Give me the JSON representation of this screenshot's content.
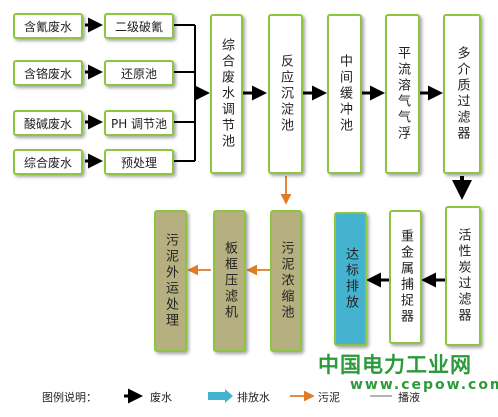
{
  "inputs": [
    {
      "source": "含氰废水",
      "treatment": "二级破氰"
    },
    {
      "source": "含铬废水",
      "treatment": "还原池"
    },
    {
      "source": "酸碱废水",
      "treatment": "PH 调节池"
    },
    {
      "source": "综合废水",
      "treatment": "预处理"
    }
  ],
  "main_chain": [
    "综合废水调节池",
    "反应沉淀池",
    "中间缓冲池",
    "平流溶气气浮",
    "多介质过滤器"
  ],
  "lower_chain": [
    "活性炭过滤器",
    "重金属捕捉器",
    "达标排放"
  ],
  "sludge_chain": [
    "污泥浓缩池",
    "板框压滤机",
    "污泥外运处理"
  ],
  "legend": {
    "title": "图例说明：",
    "wastewater": "废水",
    "discharge": "排放水",
    "sludge": "污泥",
    "dosing": "播液"
  },
  "watermark": {
    "brand": "中国电力工业网",
    "url": "www.cepow.com"
  },
  "colors": {
    "box_border": "#8cc63f",
    "sludge_box_fill": "#b6b081",
    "discharge_box_fill": "#45b3cf",
    "wastewater_arrow": "#000000",
    "sludge_arrow": "#e07b28",
    "brand_green": "#2c9a3a"
  }
}
